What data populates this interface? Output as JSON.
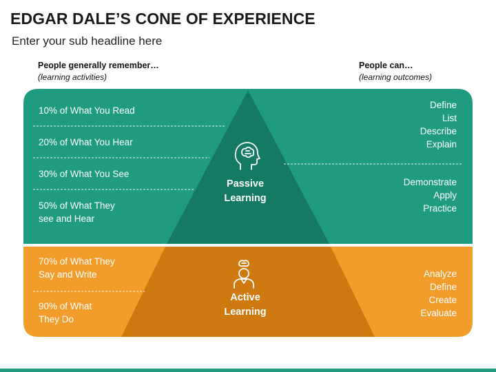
{
  "header": {
    "title": "EDGAR DALE’S CONE OF EXPERIENCE",
    "subtitle": "Enter your sub headline here"
  },
  "left_header": {
    "title": "People generally remember…",
    "subtitle": "(learning activities)"
  },
  "right_header": {
    "title": "People can…",
    "subtitle": "(learning outcomes)"
  },
  "passive": {
    "label": "Passive\nLearning",
    "activities": [
      "10% of What You Read",
      "20% of What You Hear",
      "30% of What You See",
      "50% of What They\nsee and Hear"
    ],
    "outcomes_group_1": "Define\nList\nDescribe\nExplain",
    "outcomes_group_2": "Demonstrate\nApply\nPractice"
  },
  "active": {
    "label": "Active\nLearning",
    "activities": [
      "70% of What They\nSay and Write",
      "90% of What\nThey Do"
    ],
    "outcomes": "Analyze\nDefine\nCreate\nEvaluate"
  },
  "colors": {
    "teal": "#1f9c80",
    "teal_dark": "#157a63",
    "orange": "#f29c2c",
    "orange_dark": "#cf7a10"
  },
  "icons": {
    "passive": "head-brain-icon",
    "active": "person-brain-icon"
  }
}
